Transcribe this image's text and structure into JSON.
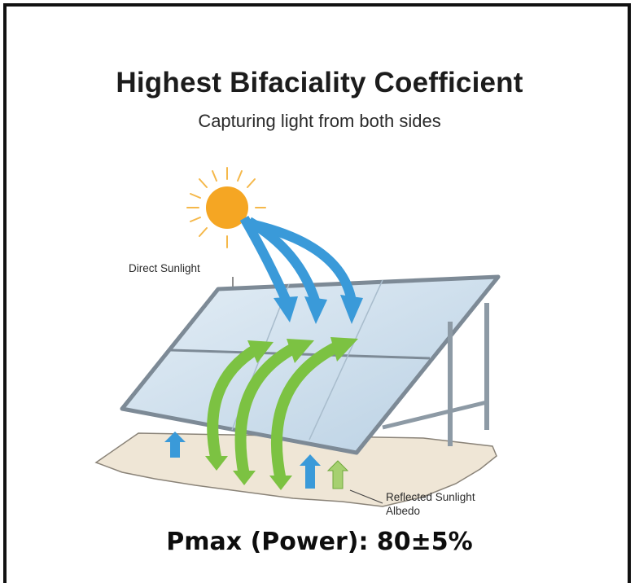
{
  "title": "Highest Bifaciality Coefficient",
  "subtitle": "Capturing light from both sides",
  "labels": {
    "direct": "Direct Sunlight",
    "reflected_line1": "Reflected Sunlight",
    "reflected_line2": "Albedo"
  },
  "footer": "Pmax (Power): 80±5%",
  "colors": {
    "sun": "#f5a623",
    "direct_arrow": "#3a9ad9",
    "reflected_arrow": "#7cc242",
    "panel": "#c8dcec",
    "ground": "#efe6d6"
  },
  "icons": [
    "sun-icon",
    "direct-arrow-icon",
    "reflected-arrow-icon",
    "solar-panel-icon"
  ]
}
